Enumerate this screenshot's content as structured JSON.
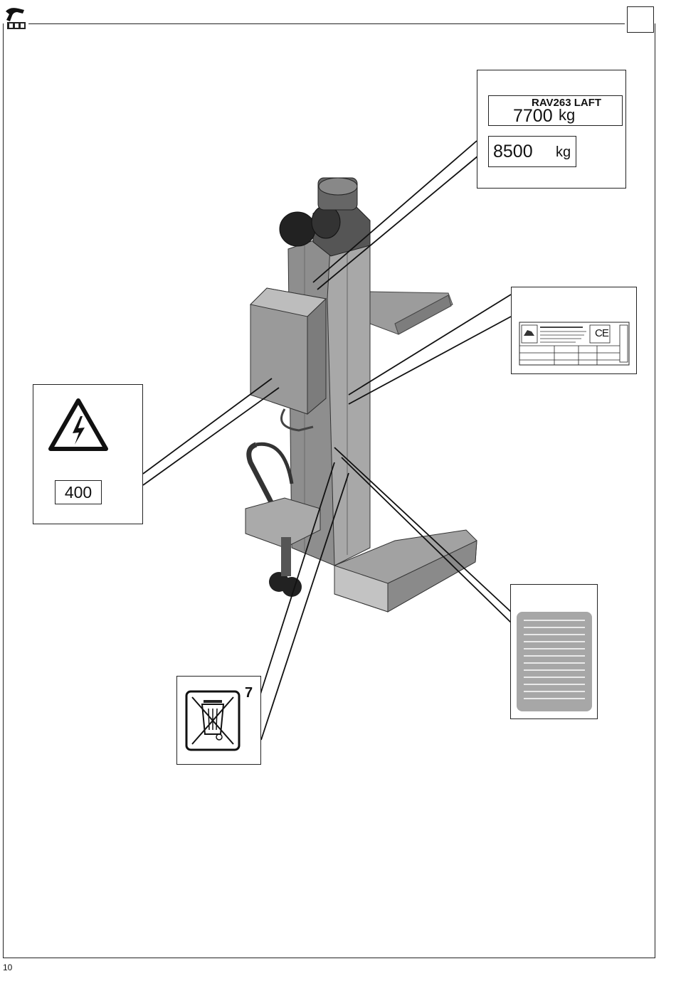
{
  "header": {
    "logo_icon": "brand-logo-icon",
    "corner_box_icon": "blank-box-icon"
  },
  "capacity_label": {
    "model": "RAV263 LAFT",
    "capacity_1_value": "7700",
    "capacity_1_unit": "kg",
    "capacity_2_value": "8500",
    "capacity_2_unit": "kg"
  },
  "warning_label": {
    "icon": "high-voltage-warning-icon",
    "voltage": "400"
  },
  "data_plate": {
    "icon": "identification-plate-icon",
    "ce_mark": "CE"
  },
  "instruction_plate": {
    "icon": "instruction-plate-icon"
  },
  "disposal_label": {
    "icon": "crossed-bin-weee-icon",
    "number": "7"
  },
  "figure": {
    "icon": "mobile-column-lift-icon"
  },
  "footer": {
    "page_number": "10"
  }
}
